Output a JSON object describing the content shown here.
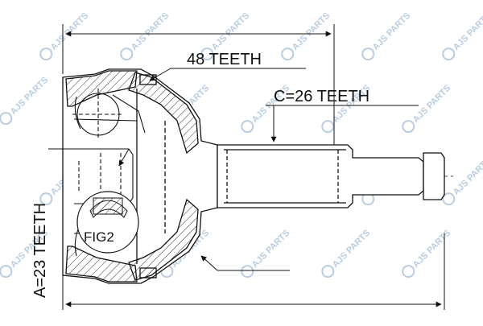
{
  "diagram": {
    "outer_splines_label": "48 TEETH",
    "shaft_splines_label": "C=26 TEETH",
    "inner_splines_label": "A=23 TEETH",
    "figure_label": "FIG2"
  },
  "watermark": {
    "brand": "AJS",
    "suffix": "PARTS",
    "color": "#b8cde3"
  },
  "colors": {
    "line": "#111111",
    "hatch": "#222222"
  }
}
